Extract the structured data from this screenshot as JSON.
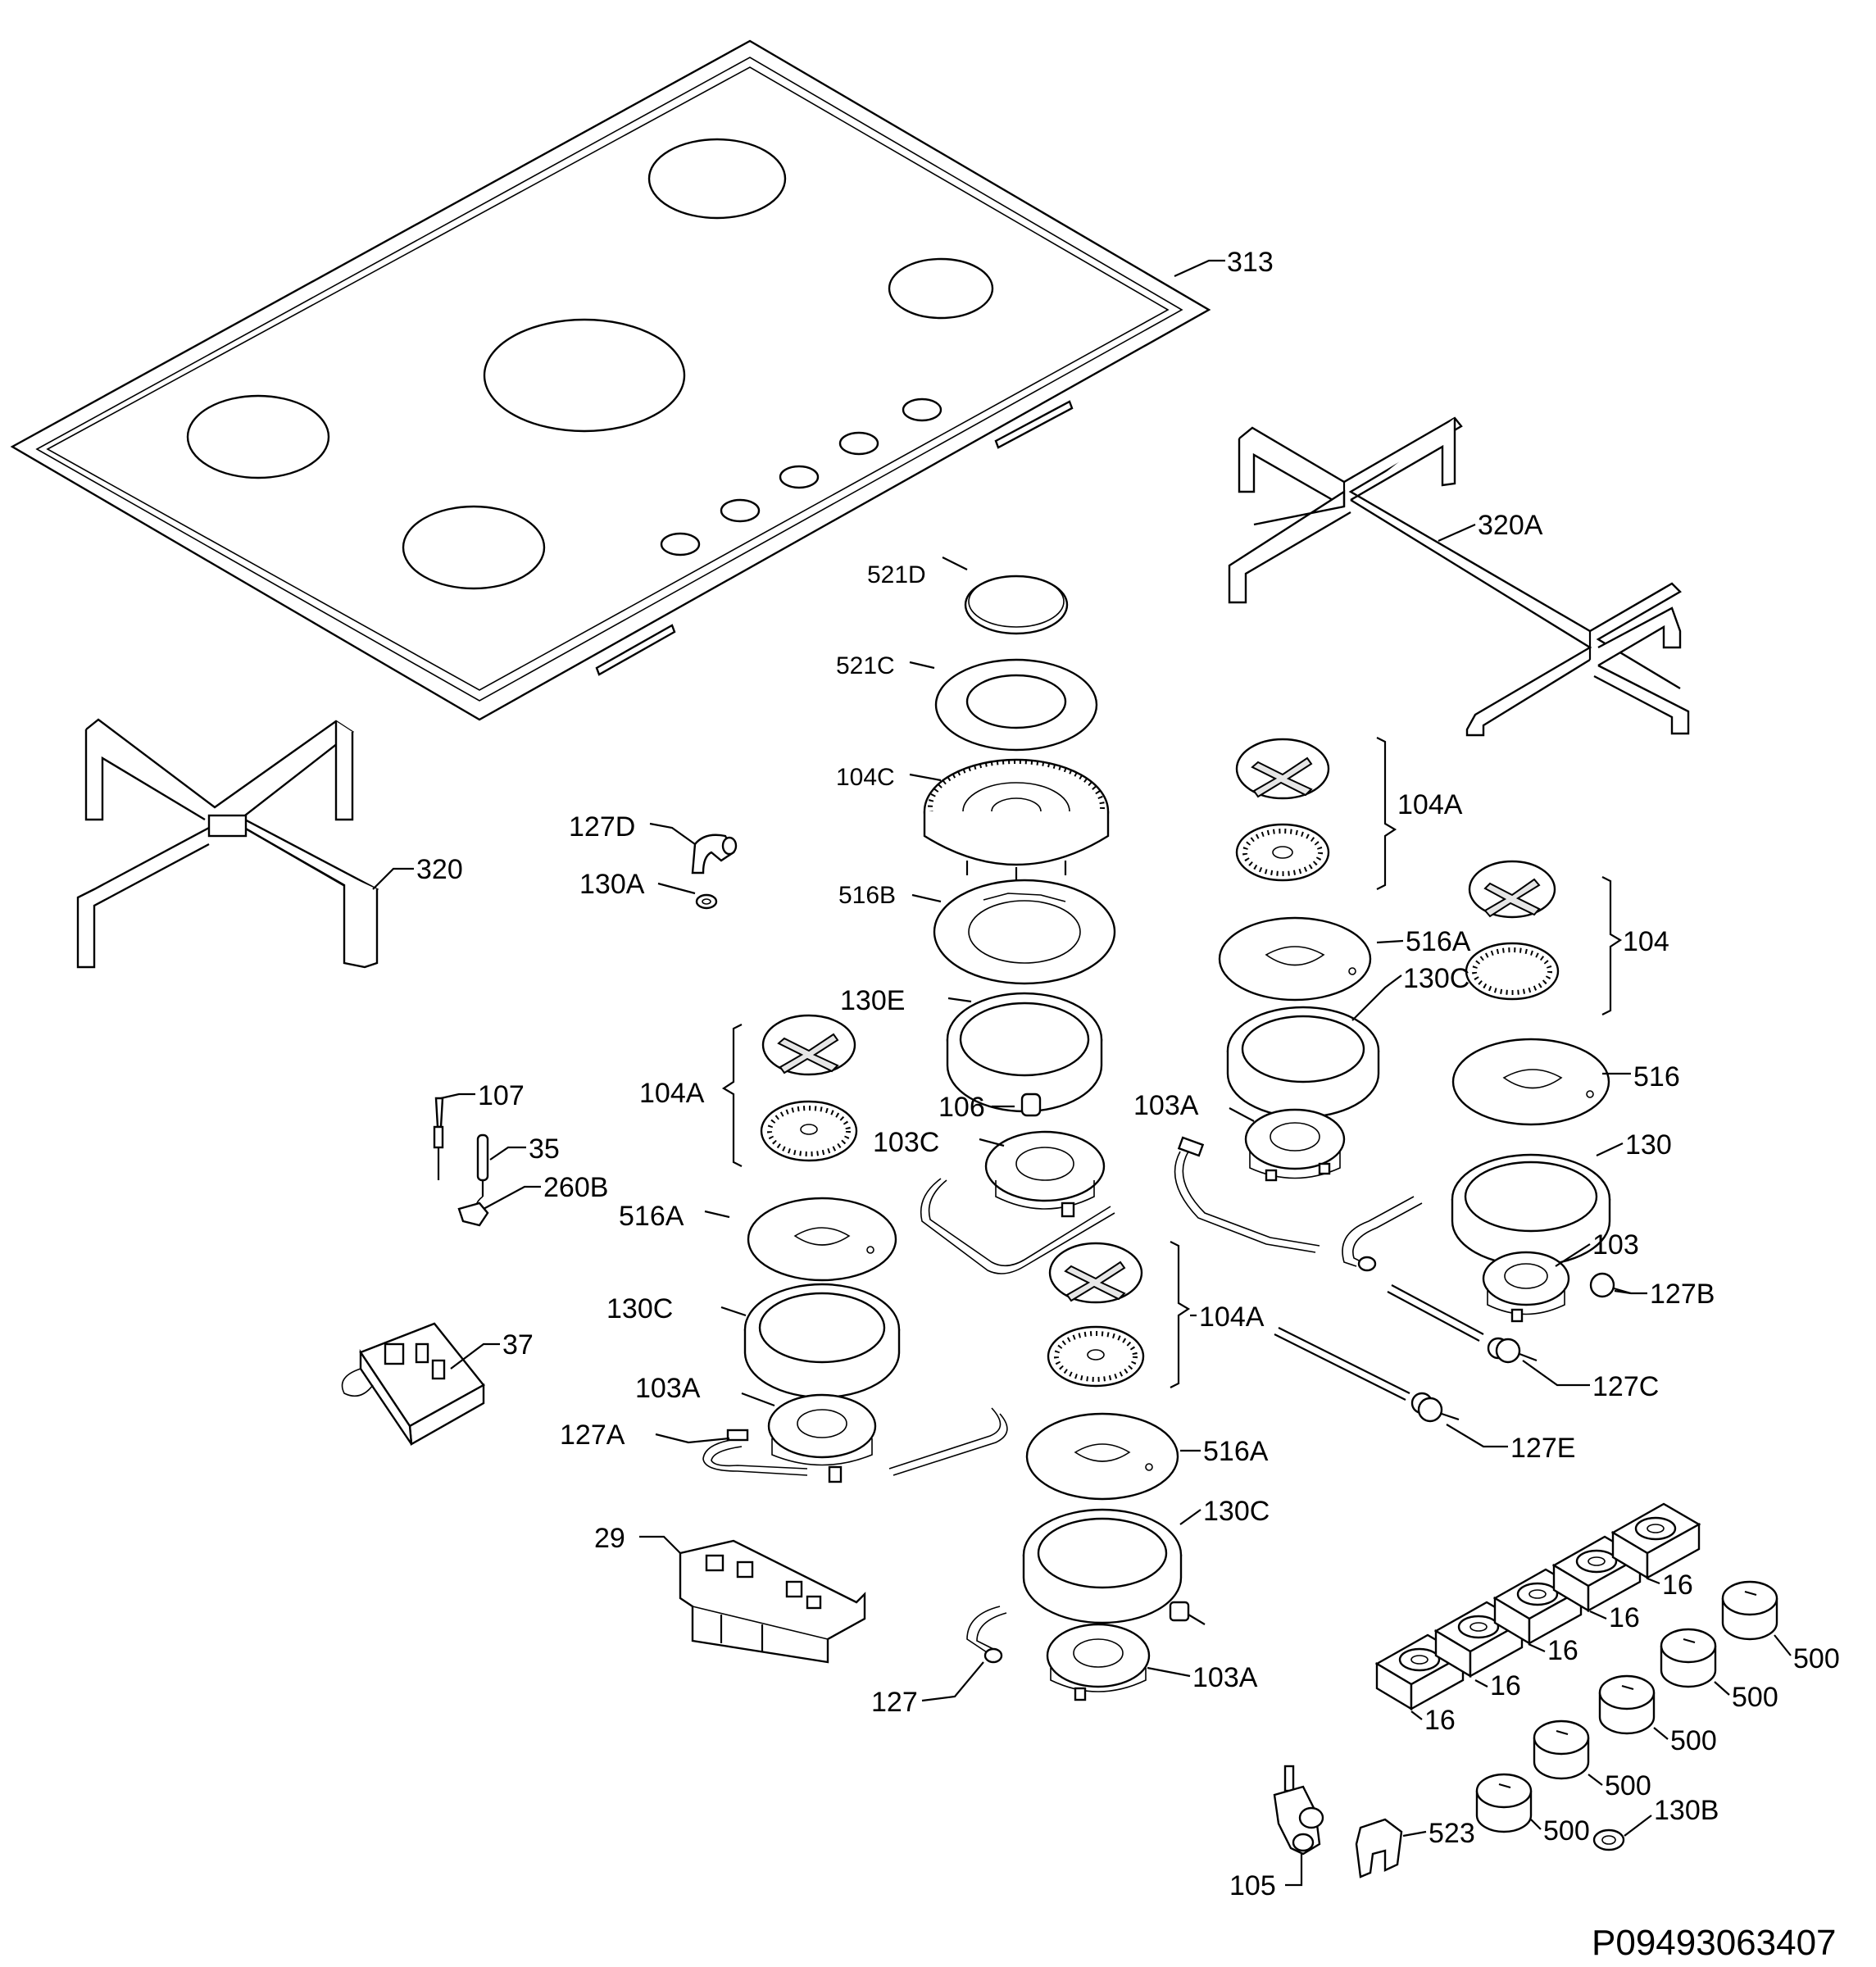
{
  "colors": {
    "line": "#000000",
    "background": "#ffffff",
    "shade": "#e6e6e6"
  },
  "labels": {
    "p313": "313",
    "p320A": "320A",
    "p521D": "521D",
    "p521C": "521C",
    "p104C": "104C",
    "p127D": "127D",
    "p130A": "130A",
    "p320": "320",
    "p516B": "516B",
    "p104A_top": "104A",
    "p516A_right": "516A",
    "p104": "104",
    "p130E": "130E",
    "p130C_right": "130C",
    "p107": "107",
    "p104A_left": "104A",
    "p106": "106",
    "p103C": "103C",
    "p103A_right": "103A",
    "p516": "516",
    "p35": "35",
    "p260B": "260B",
    "p130": "130",
    "p516A_left": "516A",
    "p103": "103",
    "p104A_mid": "104A",
    "p130C_left": "130C",
    "p127B": "127B",
    "p37": "37",
    "p127C": "127C",
    "p103A_left": "103A",
    "p127A": "127A",
    "p516A_low": "516A",
    "p127E": "127E",
    "p130C_low": "130C",
    "p29": "29",
    "p16_1": "16",
    "p16_2": "16",
    "p16_3": "16",
    "p16_4": "16",
    "p16_5": "16",
    "p103A_low": "103A",
    "p500_1": "500",
    "p500_2": "500",
    "p500_3": "500",
    "p500_4": "500",
    "p500_5": "500",
    "p127": "127",
    "p130B": "130B",
    "p523": "523",
    "p105": "105"
  },
  "diagram_code": "P09493063407"
}
